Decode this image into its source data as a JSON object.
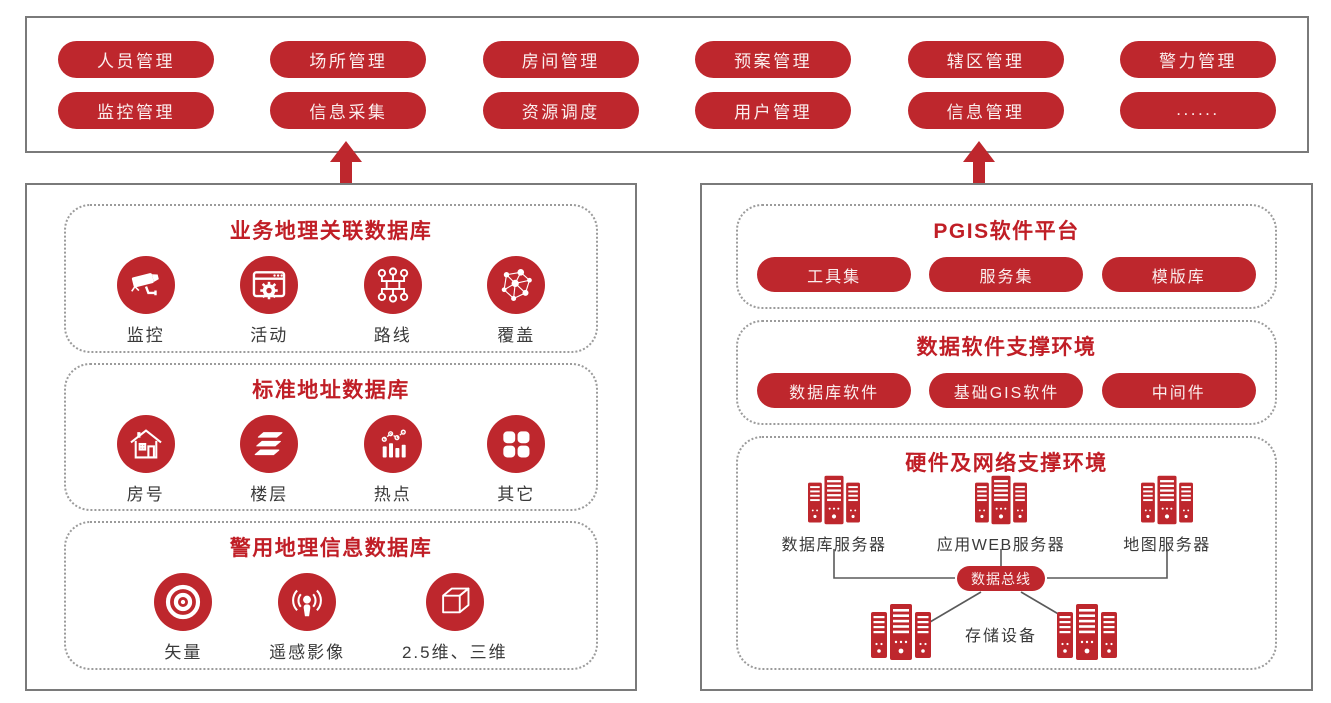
{
  "colors": {
    "module_red": "#be272d",
    "title_red": "#c01e26",
    "pill_text": "#fbeeee",
    "box_border": "#7a7a7a",
    "dash_border": "#9b9b9b",
    "label_text": "#3a3a3a",
    "connector": "#5a5a5a"
  },
  "top": {
    "rows": [
      [
        "人员管理",
        "场所管理",
        "房间管理",
        "预案管理",
        "辖区管理",
        "警力管理"
      ],
      [
        "监控管理",
        "信息采集",
        "资源调度",
        "用户管理",
        "信息管理",
        "......"
      ]
    ]
  },
  "left": {
    "sections": [
      {
        "title": "业务地理关联数据库",
        "items": [
          {
            "label": "监控",
            "icon": "cctv-icon"
          },
          {
            "label": "活动",
            "icon": "window-gear-icon"
          },
          {
            "label": "路线",
            "icon": "topology-icon"
          },
          {
            "label": "覆盖",
            "icon": "node-graph-icon"
          }
        ]
      },
      {
        "title": "标准地址数据库",
        "items": [
          {
            "label": "房号",
            "icon": "house-icon"
          },
          {
            "label": "楼层",
            "icon": "layers-icon"
          },
          {
            "label": "热点",
            "icon": "chart-icon"
          },
          {
            "label": "其它",
            "icon": "grid-icon"
          }
        ]
      },
      {
        "title": "警用地理信息数据库",
        "items": [
          {
            "label": "矢量",
            "icon": "target-icon"
          },
          {
            "label": "遥感影像",
            "icon": "podcast-icon"
          },
          {
            "label": "2.5维、三维",
            "icon": "cube-icon"
          }
        ]
      }
    ]
  },
  "right": {
    "sections": [
      {
        "title": "PGIS软件平台",
        "pills": [
          "工具集",
          "服务集",
          "模版库"
        ]
      },
      {
        "title": "数据软件支撑环境",
        "pills": [
          "数据库软件",
          "基础GIS软件",
          "中间件"
        ]
      },
      {
        "title": "硬件及网络支撑环境",
        "servers": [
          "数据库服务器",
          "应用WEB服务器",
          "地图服务器"
        ],
        "bus": "数据总线",
        "storage": "存储设备"
      }
    ]
  }
}
